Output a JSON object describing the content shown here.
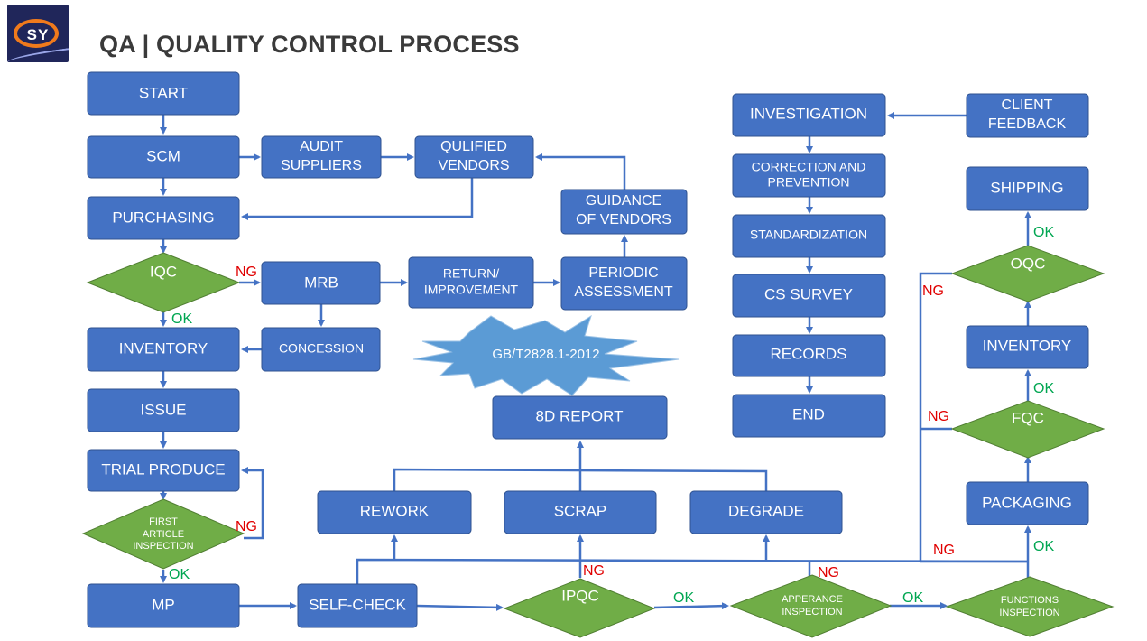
{
  "header": {
    "title": "QA | QUALITY CONTROL PROCESS",
    "logo_text": "SY"
  },
  "diagram": {
    "boxes": {
      "start": "START",
      "scm": "SCM",
      "audit": [
        "AUDIT",
        "SUPPLIERS"
      ],
      "qualified": [
        "QULIFIED",
        "VENDORS"
      ],
      "purchasing": "PURCHASING",
      "guidance": [
        "GUIDANCE",
        "OF VENDORS"
      ],
      "mrb": "MRB",
      "return_improvement": [
        "RETURN/",
        "IMPROVEMENT"
      ],
      "periodic": [
        "PERIODIC",
        "ASSESSMENT"
      ],
      "inventory_left": "INVENTORY",
      "concession": "CONCESSION",
      "issue": "ISSUE",
      "trial": "TRIAL PRODUCE",
      "mp": "MP",
      "selfcheck": "SELF-CHECK",
      "rework": "REWORK",
      "scrap": "SCRAP",
      "degrade": "DEGRADE",
      "report8d": "8D REPORT",
      "investigation": "INVESTIGATION",
      "correction": [
        "CORRECTION AND",
        "PREVENTION"
      ],
      "standardization": "STANDARDIZATION",
      "cs_survey": "CS SURVEY",
      "records": "RECORDS",
      "end": "END",
      "client_feedback": [
        "CLIENT",
        "FEEDBACK"
      ],
      "shipping": "SHIPPING",
      "inventory_right": "INVENTORY",
      "packaging": "PACKAGING"
    },
    "diamonds": {
      "iqc": "IQC",
      "first_article": [
        "FIRST",
        "ARTICLE",
        "INSPECTION"
      ],
      "ipqc": "IPQC",
      "appearance": [
        "APPERANCE",
        "INSPECTION"
      ],
      "functions": [
        "FUNCTIONS",
        "INSPECTION"
      ],
      "fqc": "FQC",
      "oqc": "OQC"
    },
    "standard_badge": "GB/T2828.1-2012",
    "labels": {
      "ng": "NG",
      "ok": "OK"
    }
  },
  "colors": {
    "box": "#4472c4",
    "diamond": "#70ad47",
    "ng": "#e00000",
    "ok": "#00a651",
    "title": "#3a3a3a"
  }
}
